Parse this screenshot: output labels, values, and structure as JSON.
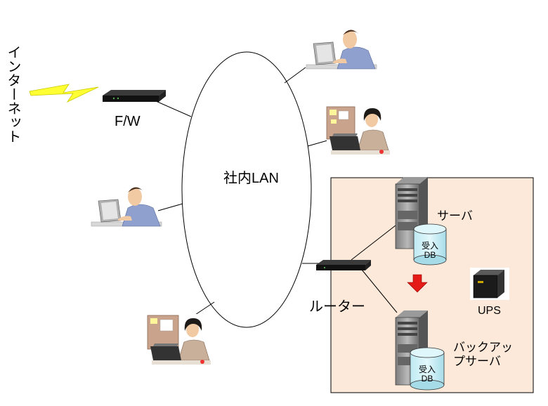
{
  "labels": {
    "internet": "インターネット",
    "firewall": "F/W",
    "lan": "社内LAN",
    "router": "ルーター",
    "server": "サーバ",
    "backup_server_line1": "バックアッ",
    "backup_server_line2": "プサーバ",
    "ups": "UPS",
    "db_line1": "受入",
    "db_line2": "DB"
  },
  "colors": {
    "server_room_fill": "#fde9d9",
    "arrow_red": "#e41b17",
    "db_cylinder": "#c6eef6",
    "lightning": "#ffff33"
  }
}
